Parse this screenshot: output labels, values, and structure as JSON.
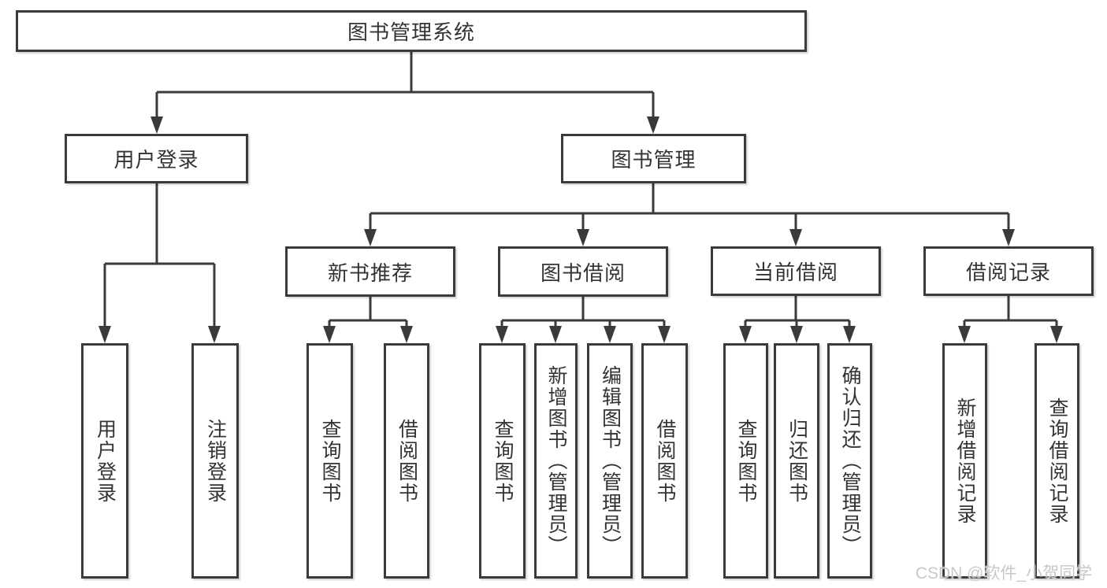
{
  "diagram": {
    "root": {
      "label": "图书管理系统"
    },
    "level1": {
      "user_login": {
        "label": "用户登录"
      },
      "book_mgmt": {
        "label": "图书管理"
      }
    },
    "level2": {
      "new_book_rec": {
        "label": "新书推荐"
      },
      "book_borrow": {
        "label": "图书借阅"
      },
      "current_borrow": {
        "label": "当前借阅"
      },
      "borrow_record": {
        "label": "借阅记录"
      }
    },
    "leaves": {
      "user_login": {
        "label": "用户登录"
      },
      "logout": {
        "label": "注销登录"
      },
      "rec_query_books": {
        "label": "查询图书"
      },
      "rec_borrow_books": {
        "label": "借阅图书"
      },
      "bb_query_books": {
        "label": "查询图书"
      },
      "bb_add_books": {
        "label": "新增图书（管理员）"
      },
      "bb_edit_books": {
        "label": "编辑图书（管理员）"
      },
      "bb_borrow_books": {
        "label": "借阅图书"
      },
      "cb_query_books": {
        "label": "查询图书"
      },
      "cb_return_books": {
        "label": "归还图书"
      },
      "cb_confirm_return": {
        "label": "确认归还（管理员）"
      },
      "br_add_record": {
        "label": "新增借阅记录"
      },
      "br_query_record": {
        "label": "查询借阅记录"
      }
    }
  },
  "watermark": {
    "text": "CSDN @软件_小贺同学"
  },
  "colors": {
    "line": "#3a3a3a",
    "box_background": "#ffffff",
    "text": "#333333",
    "watermark": "#c9c9c9",
    "page_background": "#ffffff"
  }
}
